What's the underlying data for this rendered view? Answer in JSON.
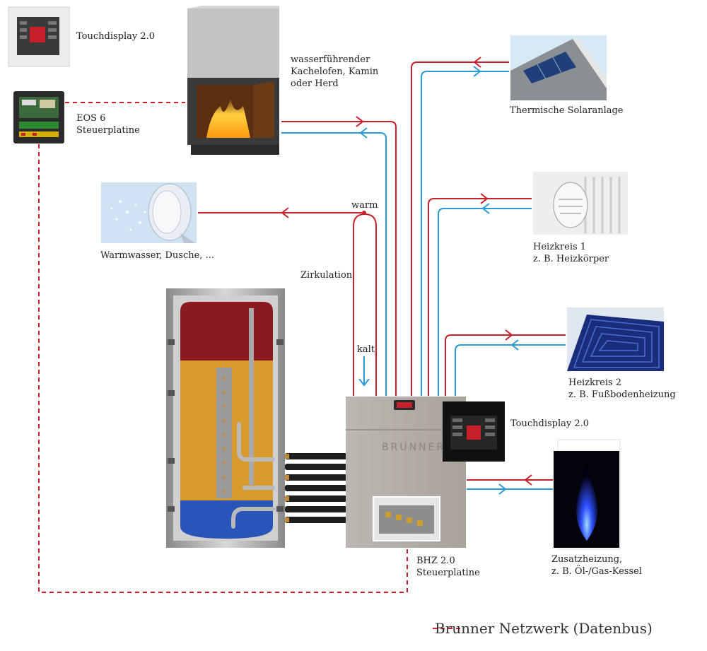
{
  "colors": {
    "hot": "#c8202a",
    "cold": "#2a9ad8",
    "bus": "#c8202a"
  },
  "labels": {
    "touchdisplay_top": "Touchdisplay 2.0",
    "eos6_line1": "EOS 6",
    "eos6_line2": "Steuerplatine",
    "stove_line1": "wasserführender",
    "stove_line2": "Kachelofen, Kamin",
    "stove_line3": "oder Herd",
    "solar": "Thermische Solaranlage",
    "warm": "warm",
    "shower": "Warmwasser, Dusche, ...",
    "heat1_line1": "Heizkreis 1",
    "heat1_line2": "z. B. Heizkörper",
    "zirkulation": "Zirkulation",
    "kalt": "kalt",
    "heat2_line1": "Heizkreis 2",
    "heat2_line2": "z. B. Fußbodenheizung",
    "touchdisplay_right": "Touchdisplay 2.0",
    "brand": "BRUNNER",
    "bhz_line1": "BHZ 2.0",
    "bhz_line2": "Steuerplatine",
    "zusatz_line1": "Zusatzheizung,",
    "zusatz_line2": "z. B. Öl-/Gas-Kessel",
    "legend": "Brunner Netzwerk (Datenbus)"
  },
  "icons": [
    "touch-panel-icon",
    "control-board-icon",
    "fireplace-icon",
    "solar-roof-icon",
    "shower-head-icon",
    "radiator-valve-icon",
    "floor-heating-icon",
    "gas-flame-icon",
    "storage-tank-icon",
    "bhz-unit-icon"
  ]
}
